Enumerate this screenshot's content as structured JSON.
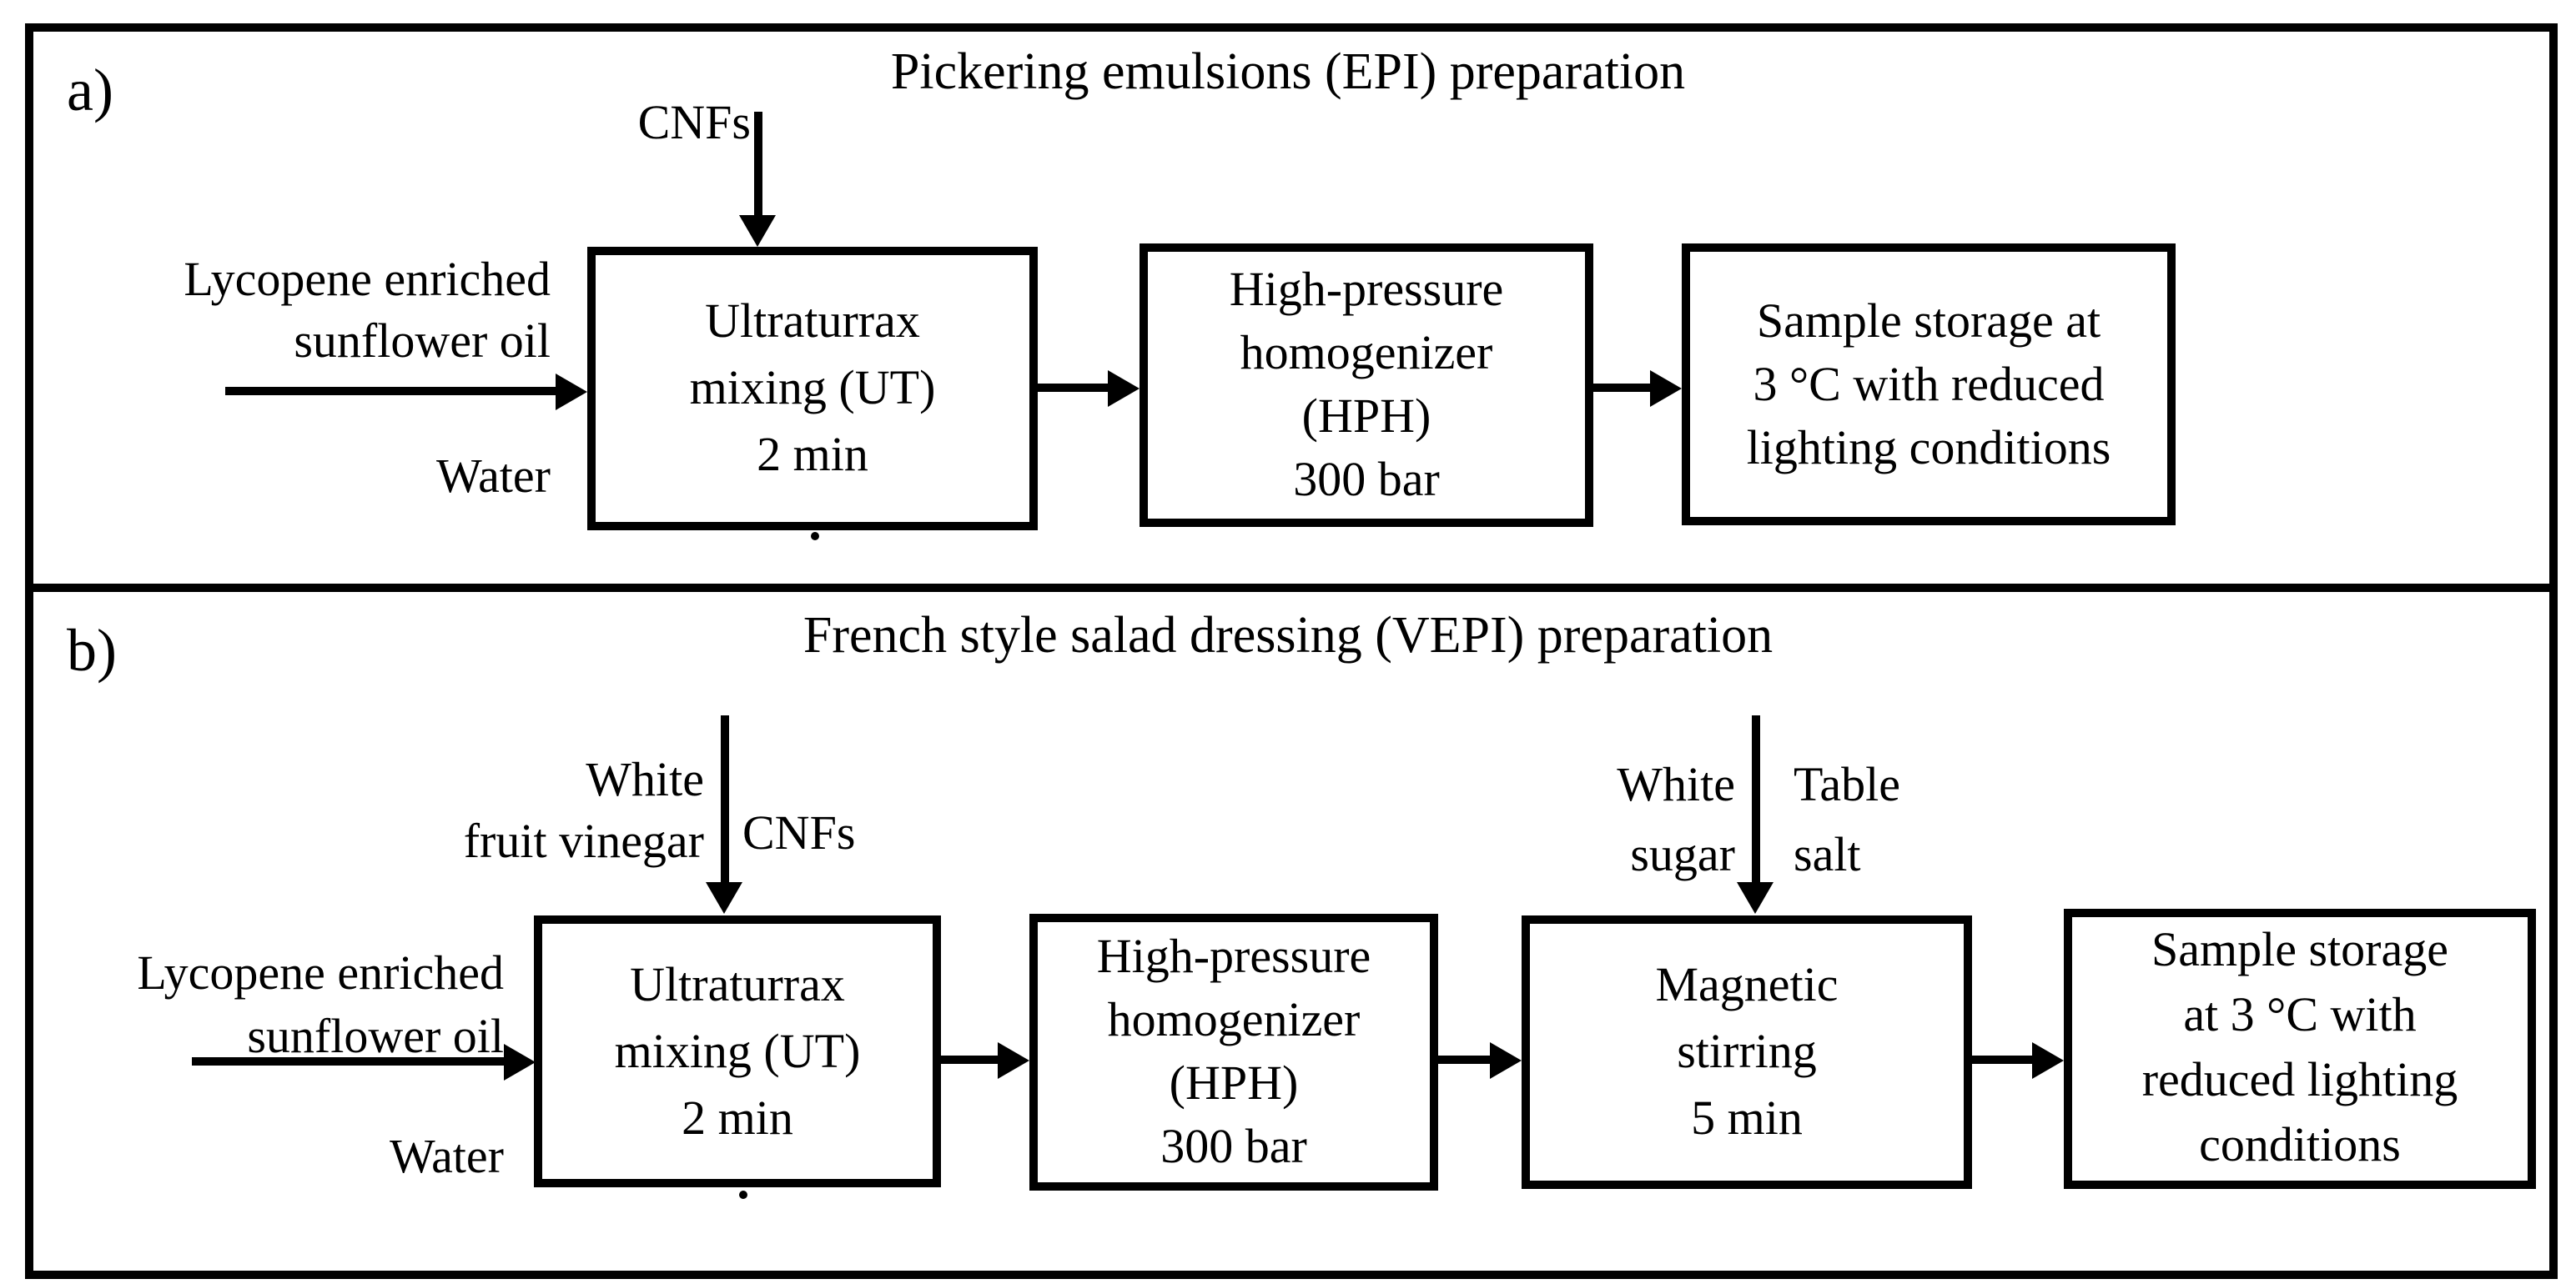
{
  "colors": {
    "ink": "#000000",
    "background": "#ffffff"
  },
  "figure": {
    "panel_a": {
      "label": "a)",
      "title": "Pickering emulsions (EPI) preparation",
      "inputs": {
        "cnfs": "CNFs",
        "oil_line1": "Lycopene enriched",
        "oil_line2": "sunflower oil",
        "water": "Water"
      },
      "boxes": {
        "ultraturrax": {
          "line1": "Ultraturrax",
          "line2": "mixing (UT)",
          "line3": "2 min"
        },
        "hph": {
          "line1": "High-pressure",
          "line2": "homogenizer",
          "line3": "(HPH)",
          "line4": "300 bar"
        },
        "storage": {
          "line1": "Sample storage at",
          "line2": "3 °C with reduced",
          "line3": "lighting conditions"
        }
      }
    },
    "panel_b": {
      "label": "b)",
      "title": "French style salad dressing (VEPI) preparation",
      "inputs": {
        "vinegar_line1": "White",
        "vinegar_line2": "fruit vinegar",
        "cnfs": "CNFs",
        "oil_line1": "Lycopene enriched",
        "oil_line2": "sunflower oil",
        "water": "Water",
        "sugar_line1": "White",
        "sugar_line2": "sugar",
        "salt_line1": "Table",
        "salt_line2": "salt"
      },
      "boxes": {
        "ultraturrax": {
          "line1": "Ultraturrax",
          "line2": "mixing (UT)",
          "line3": "2 min"
        },
        "hph": {
          "line1": "High-pressure",
          "line2": "homogenizer",
          "line3": "(HPH)",
          "line4": "300 bar"
        },
        "stirring": {
          "line1": "Magnetic",
          "line2": "stirring",
          "line3": "5 min"
        },
        "storage": {
          "line1": "Sample storage",
          "line2": "at 3 °C with",
          "line3": "reduced lighting",
          "line4": "conditions"
        }
      }
    }
  }
}
